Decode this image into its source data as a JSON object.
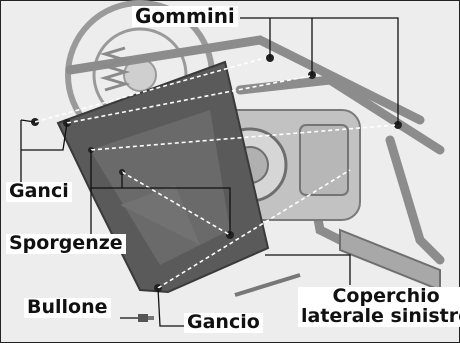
{
  "labels": {
    "rubber_grommets": "Gommini",
    "hooks": "Ganci",
    "protrusions": "Sporgenze",
    "bolt": "Bullone",
    "hook": "Gancio",
    "left_side_cover_line1": "Coperchio",
    "left_side_cover_line2": "laterale sinistro"
  },
  "colors": {
    "background": "#ededed",
    "frame": "#222222",
    "callout_line": "#111111",
    "engine_parts": "#bdbdbd",
    "cover": "#5a5a5a"
  }
}
